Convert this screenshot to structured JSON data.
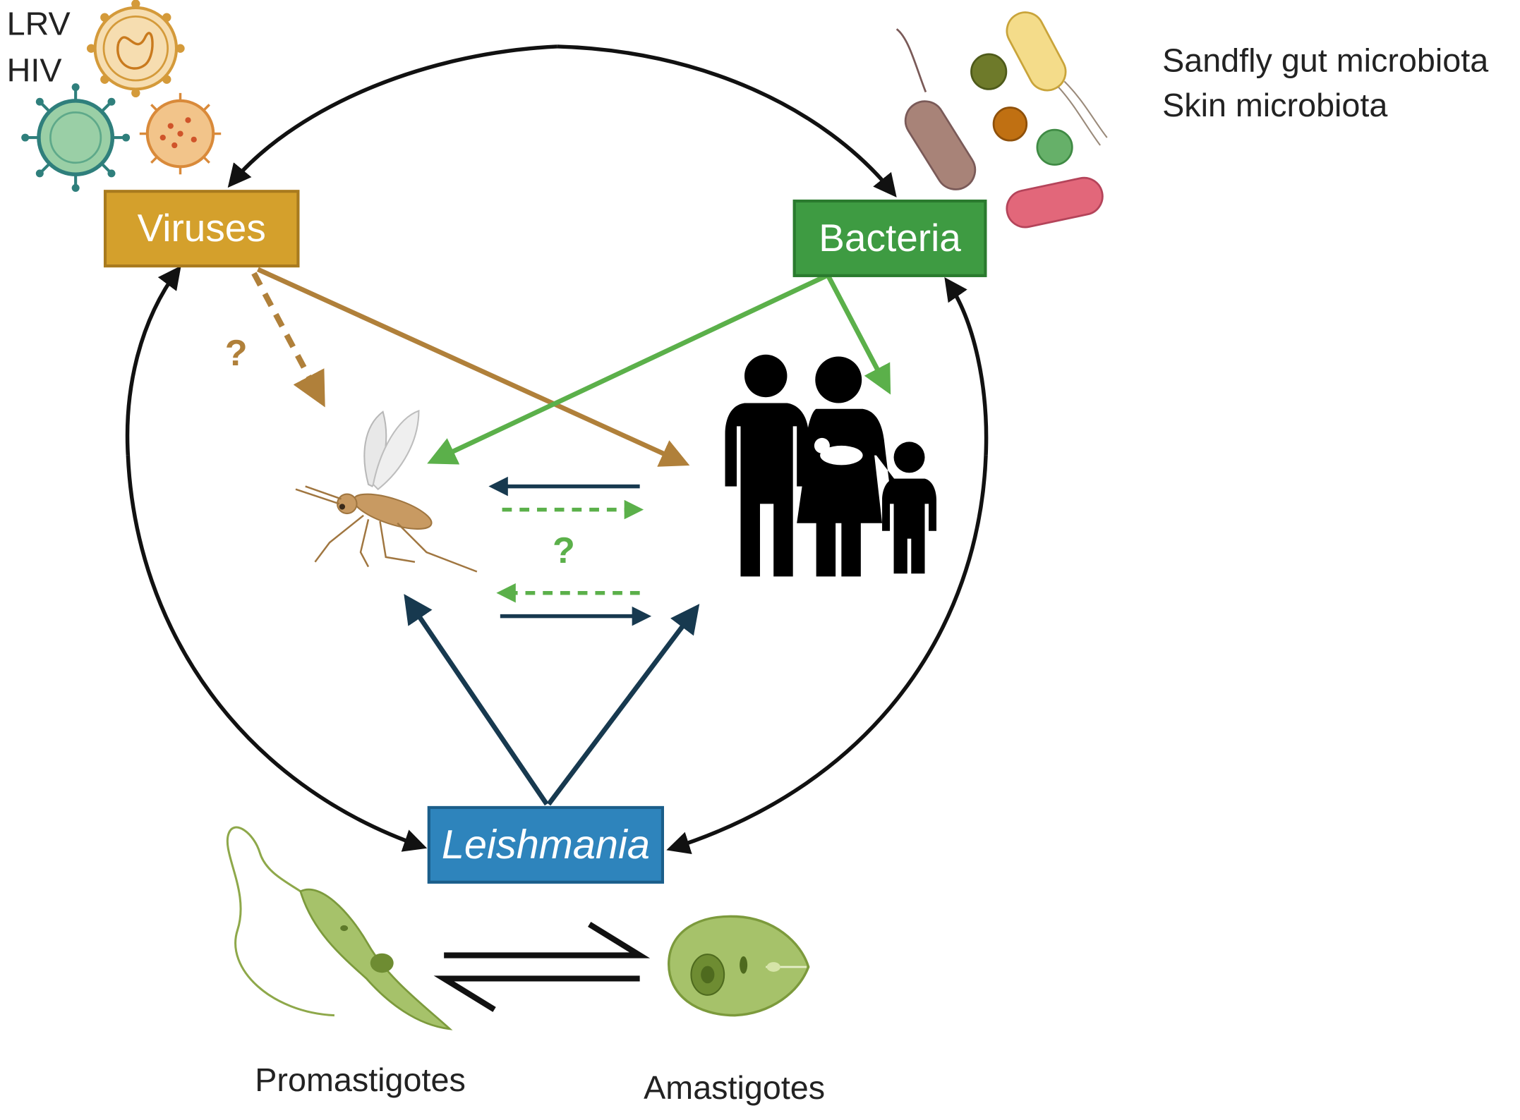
{
  "virus_labels": [
    "LRV",
    "HIV"
  ],
  "bacteria_labels": [
    "Sandfly gut microbiota",
    "Skin microbiota"
  ],
  "nodes": {
    "viruses": "Viruses",
    "bacteria": "Bacteria",
    "leishmania": "Leishmania"
  },
  "question_marks": [
    "?",
    "?"
  ],
  "stages": {
    "promastigotes": "Promastigotes",
    "amastigotes": "Amastigotes"
  },
  "colors": {
    "viruses": "#D4A02C",
    "viruses_border": "#A87A1E",
    "virus_arrow": "#B0803A",
    "bacteria": "#3E9B42",
    "bacteria_border": "#2A7A2E",
    "bacteria_arrow": "#5BB04A",
    "leishmania": "#2E84BC",
    "leishmania_border": "#1B5E8A",
    "leishmania_arrow": "#17394F",
    "cycle": "#111111"
  },
  "icons": [
    "virus-icon",
    "bacteria-icon",
    "sandfly-icon",
    "family-icon",
    "promastigote-icon",
    "amastigote-icon"
  ]
}
